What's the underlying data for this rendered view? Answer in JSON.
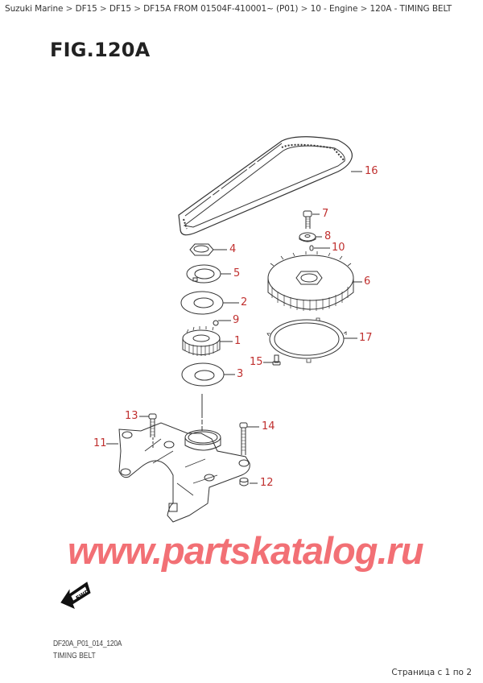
{
  "breadcrumb": {
    "items": [
      "Suzuki Marine",
      "DF15",
      "DF15",
      "DF15A FROM 01504F-410001~ (P01)",
      "10 - Engine",
      "120A - TIMING BELT"
    ],
    "separator": ">"
  },
  "figure": {
    "title": "FIG.120A",
    "code": "DF20A_P01_014_120A",
    "caption": "TIMING BELT"
  },
  "callouts": [
    {
      "id": "16",
      "label": "16",
      "part": "timing-belt"
    },
    {
      "id": "7",
      "label": "7",
      "part": "bolt"
    },
    {
      "id": "8",
      "label": "8",
      "part": "washer"
    },
    {
      "id": "10",
      "label": "10",
      "part": "pin"
    },
    {
      "id": "4",
      "label": "4",
      "part": "nut"
    },
    {
      "id": "5",
      "label": "5",
      "part": "washer"
    },
    {
      "id": "6",
      "label": "6",
      "part": "camshaft-pulley"
    },
    {
      "id": "2",
      "label": "2",
      "part": "plate"
    },
    {
      "id": "9",
      "label": "9",
      "part": "key"
    },
    {
      "id": "1",
      "label": "1",
      "part": "crankshaft-pulley"
    },
    {
      "id": "17",
      "label": "17",
      "part": "guide-plate"
    },
    {
      "id": "15",
      "label": "15",
      "part": "screw"
    },
    {
      "id": "3",
      "label": "3",
      "part": "plate"
    },
    {
      "id": "13",
      "label": "13",
      "part": "bolt"
    },
    {
      "id": "14",
      "label": "14",
      "part": "bolt"
    },
    {
      "id": "11",
      "label": "11",
      "part": "housing"
    },
    {
      "id": "12",
      "label": "12",
      "part": "dowel"
    }
  ],
  "fwd_indicator": {
    "label": "FWD"
  },
  "watermark": "www.partskatalog.ru",
  "pagination": {
    "text": "Страница с 1 по 2",
    "current": 1,
    "total": 2
  },
  "colors": {
    "callout": "#c0302f",
    "watermark": "#f27075",
    "line": "#333333"
  }
}
